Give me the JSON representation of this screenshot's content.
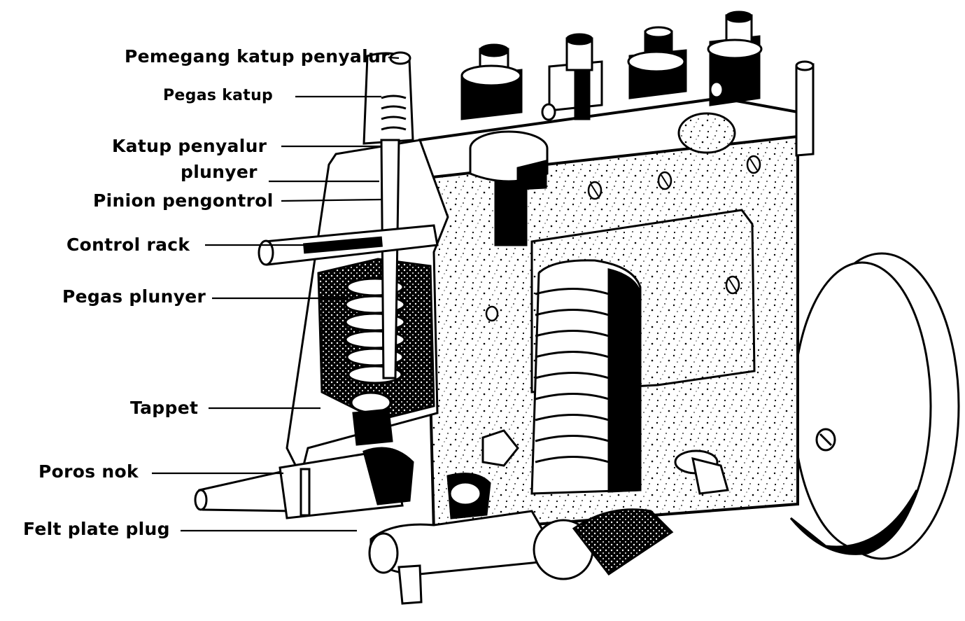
{
  "diagram": {
    "subject": "Inline fuel injection pump (cutaway)",
    "labels": {
      "delivery_valve_holder": "Pemegang katup penyalur",
      "valve_spring": "Pegas katup",
      "delivery_valve": "Katup penyalur",
      "plunger": "plunyer",
      "control_pinion": "Pinion pengontrol",
      "control_rack": "Control rack",
      "plunger_spring": "Pegas plunyer",
      "tappet": "Tappet",
      "camshaft": "Poros nok",
      "felt_plate_plug": "Felt plate plug"
    },
    "colors": {
      "ink": "#000000",
      "paper": "#ffffff"
    }
  }
}
